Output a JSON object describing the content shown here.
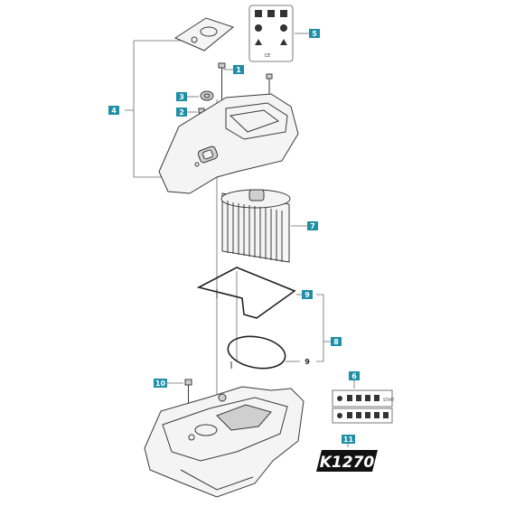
{
  "callouts": {
    "c1": "1",
    "c2": "2",
    "c3": "3",
    "c4": "4",
    "c5": "5",
    "c6": "6",
    "c7": "7",
    "c8": "8",
    "c9a": "9",
    "c9b": "9",
    "c10": "10",
    "c11": "11"
  },
  "sticker": {
    "ce_mark": "CE",
    "start_text": "START"
  },
  "logo": {
    "text": "K1270"
  },
  "colors": {
    "callout": "#1f8fa6",
    "logo_bg": "#111111"
  }
}
